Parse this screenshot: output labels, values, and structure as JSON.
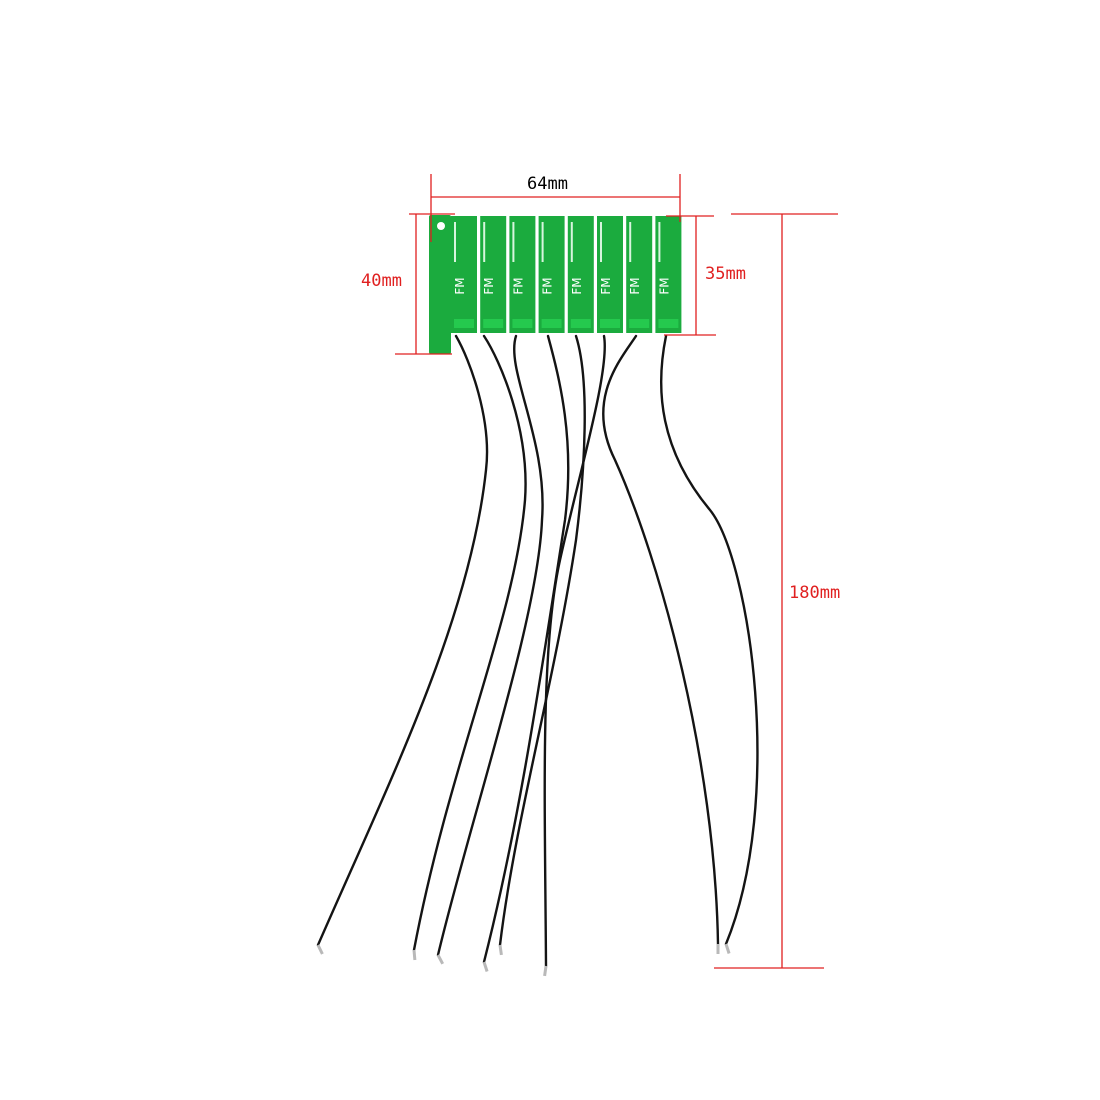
{
  "dimensions": {
    "width_label": "64mm",
    "left_height_label": "40mm",
    "right_height_label": "35mm",
    "cable_length_label": "180mm"
  },
  "antenna": {
    "count": 8,
    "silkscreen_text": "FM"
  },
  "colors": {
    "dimension_line": "#e02020",
    "dimension_text": "#e02020",
    "width_text": "#000000",
    "pcb_green": "#1bab3e",
    "pcb_pad": "#25c94e",
    "cable": "#141414",
    "background": "#ffffff"
  }
}
